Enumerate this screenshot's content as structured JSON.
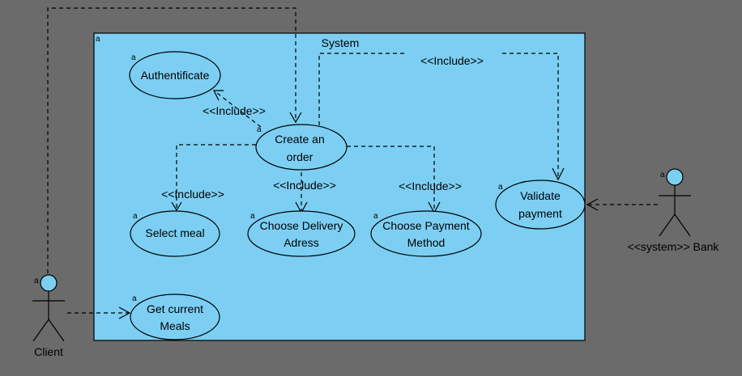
{
  "system": {
    "title": "System",
    "tag": "a"
  },
  "use_cases": {
    "authenticate": {
      "line1": "Authentificate",
      "tag": "a"
    },
    "create_order": {
      "line1": "Create an",
      "line2": "order",
      "tag": "a"
    },
    "select_meal": {
      "line1": "Select meal",
      "tag": "a"
    },
    "choose_delivery": {
      "line1": "Choose Delivery",
      "line2": "Adress",
      "tag": "a"
    },
    "choose_payment": {
      "line1": "Choose Payment",
      "line2": "Method",
      "tag": "a"
    },
    "validate_payment": {
      "line1": "Validate",
      "line2": "payment",
      "tag": "a"
    },
    "get_meals": {
      "line1": "Get current",
      "line2": "Meals",
      "tag": "a"
    }
  },
  "actors": {
    "client": {
      "name": "Client",
      "tag": "a"
    },
    "bank": {
      "name": "<<system>> Bank",
      "tag": "a"
    }
  },
  "relations": {
    "include_authenticate": "<<Include>>",
    "include_validate": "<<Include>>",
    "include_select_meal": "<<Include>>",
    "include_delivery": "<<Include>>",
    "include_payment": "<<Include>>"
  },
  "colors": {
    "background": "#6b6b6b",
    "system_fill": "#7ccff3",
    "use_case_fill": "#7ccff3"
  }
}
